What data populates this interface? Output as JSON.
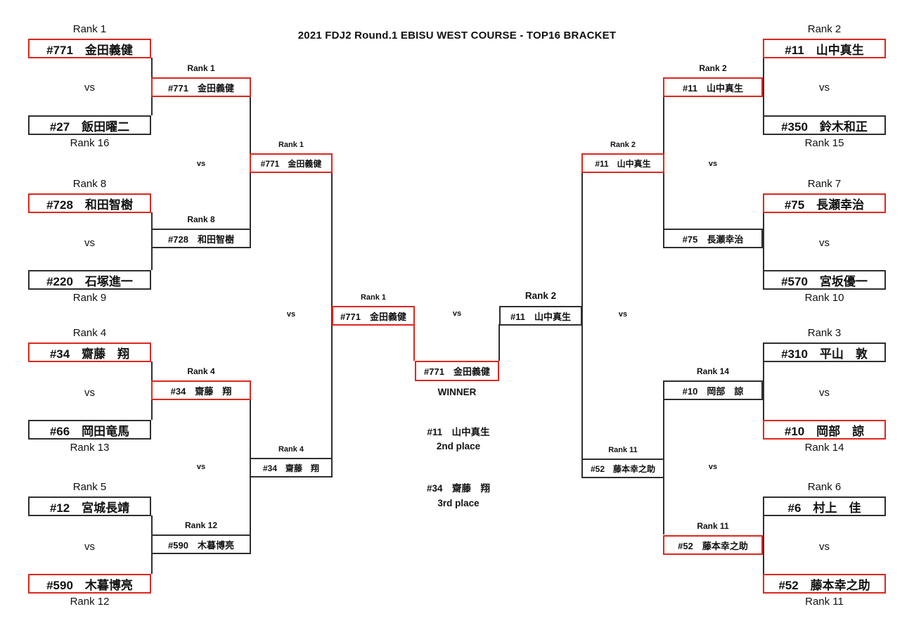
{
  "title": "2021 FDJ2 Round.1  EBISU  WEST COURSE - TOP16 BRACKET",
  "labels": {
    "vs": "vs",
    "winner": "WINNER",
    "second_place": "2nd place",
    "third_place": "3rd place"
  },
  "colors": {
    "advance_red": "#e0261d",
    "line_black": "#2f2f2f"
  },
  "left": {
    "round1": [
      {
        "seed_top": "Rank 1",
        "top": "#771　金田義健",
        "bottom": "#27　飯田曜二",
        "seed_bottom": "Rank 16"
      },
      {
        "seed_top": "Rank 8",
        "top": "#728　和田智樹",
        "bottom": "#220　石塚進一",
        "seed_bottom": "Rank 9"
      },
      {
        "seed_top": "Rank 4",
        "top": "#34　齋藤　翔",
        "bottom": "#66　岡田竜馬",
        "seed_bottom": "Rank 13"
      },
      {
        "seed_top": "Rank 5",
        "top": "#12　宮城長靖",
        "bottom": "#590　木暮博亮",
        "seed_bottom": "Rank 12"
      }
    ],
    "quarter_winners": [
      {
        "seed": "Rank 1",
        "name": "#771　金田義健"
      },
      {
        "seed": "Rank 8",
        "name": "#728　和田智樹"
      },
      {
        "seed": "Rank 4",
        "name": "#34　齋藤　翔"
      },
      {
        "seed": "Rank 12",
        "name": "#590　木暮博亮"
      }
    ],
    "semi_winners": [
      {
        "seed": "Rank 1",
        "name": "#771　金田義健"
      },
      {
        "seed": "Rank 4",
        "name": "#34　齋藤　翔"
      }
    ],
    "finalist": {
      "seed": "Rank 1",
      "name": "#771　金田義健"
    }
  },
  "right": {
    "round1": [
      {
        "seed_top": "Rank 2",
        "top": "#11　山中真生",
        "bottom": "#350　鈴木和正",
        "seed_bottom": "Rank 15"
      },
      {
        "seed_top": "Rank 7",
        "top": "#75　長瀬幸治",
        "bottom": "#570　宮坂優一",
        "seed_bottom": "Rank 10"
      },
      {
        "seed_top": "Rank 3",
        "top": "#310　平山　敦",
        "bottom": "#10　岡部　諒",
        "seed_bottom": "Rank 14"
      },
      {
        "seed_top": "Rank 6",
        "top": "#6　村上　佳",
        "bottom": "#52　藤本幸之助",
        "seed_bottom": "Rank 11"
      }
    ],
    "quarter_winners": [
      {
        "seed": "Rank 2",
        "name": "#11　山中真生"
      },
      {
        "name": "#75　長瀬幸治"
      },
      {
        "seed": "Rank 14",
        "name": "#10　岡部　諒"
      },
      {
        "seed": "Rank 11",
        "name": "#52　藤本幸之助"
      }
    ],
    "semi_winners": [
      {
        "seed": "Rank 2",
        "name": "#11　山中真生"
      },
      {
        "seed": "Rank 11",
        "name": "#52　藤本幸之助"
      }
    ],
    "finalist": {
      "seed": "Rank 2",
      "name": "#11　山中真生"
    }
  },
  "results": {
    "champion": "#771　金田義健",
    "second": "#11　山中真生",
    "third": "#34　齋藤　翔"
  }
}
